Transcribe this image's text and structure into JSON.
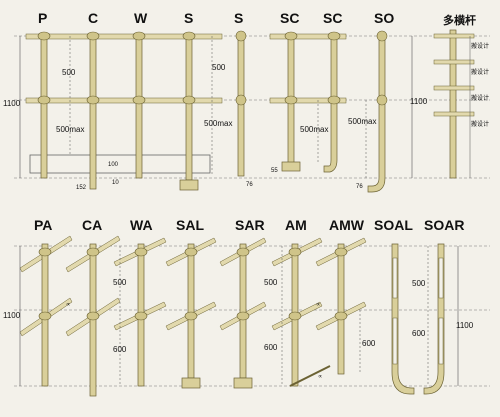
{
  "colors": {
    "background": "#f3f1ea",
    "stanchion_fill": "#d9cf9a",
    "stanchion_stroke": "#6b6233",
    "rail_fill": "#e2d9ad",
    "dim_line": "#555555",
    "text": "#111111"
  },
  "top_row": {
    "labels": [
      "P",
      "C",
      "W",
      "S",
      "S",
      "SC",
      "SC",
      "SO"
    ],
    "multi_label": "多横杆",
    "dims": {
      "height": "1100",
      "spacing": "500",
      "spacing_max_1": "500max",
      "spacing_max_2": "500max",
      "spacing_max_3": "500max",
      "spacing_max_4": "500max",
      "d_100": "100",
      "d_10": "10",
      "d_152": "152",
      "d_55": "55",
      "d_76a": "76",
      "d_76b": "76",
      "height_right": "1100",
      "multi_1": "搬设计",
      "multi_2": "搬设计",
      "multi_3": "搬设计",
      "multi_4": "搬设计"
    }
  },
  "bottom_row": {
    "labels": [
      "PA",
      "CA",
      "WA",
      "SAL",
      "SAR",
      "AM",
      "AMW",
      "SOAL",
      "SOAR"
    ],
    "dims": {
      "height": "1100",
      "upper_500_a": "500",
      "lower_600_a": "600",
      "upper_500_b": "500",
      "lower_600_b": "600",
      "lower_600_c": "600",
      "upper_500_c": "500",
      "lower_600_d": "600",
      "height_right": "1100",
      "angle_1": "∝",
      "angle_2": "∝",
      "angle_3": "∝"
    }
  }
}
